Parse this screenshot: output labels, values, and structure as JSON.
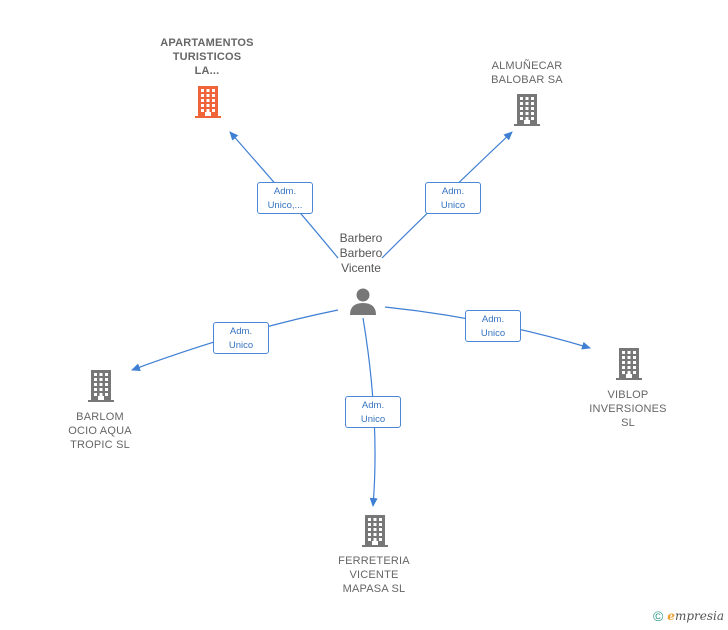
{
  "center": {
    "name": "Barbero\nBarbero\nVicente",
    "icon": "person-icon"
  },
  "companies": [
    {
      "id": "apartamentos",
      "name": "APARTAMENTOS\nTURISTICOS\nLA...",
      "color": "#f0643a",
      "highlight": true,
      "icon": "building-icon"
    },
    {
      "id": "almunecar",
      "name": "ALMUÑECAR\nBALOBAR SA",
      "color": "#777777",
      "highlight": false,
      "icon": "building-icon"
    },
    {
      "id": "barlom",
      "name": "BARLOM\nOCIO AQUA\nTROPIC SL",
      "color": "#777777",
      "highlight": false,
      "icon": "building-icon"
    },
    {
      "id": "viblop",
      "name": "VIBLOP\nINVERSIONES\nSL",
      "color": "#777777",
      "highlight": false,
      "icon": "building-icon"
    },
    {
      "id": "ferreteria",
      "name": "FERRETERIA\nVICENTE\nMAPASA  SL",
      "color": "#777777",
      "highlight": false,
      "icon": "building-icon"
    }
  ],
  "edges": [
    {
      "to": "apartamentos",
      "label": "Adm.\nUnico,..."
    },
    {
      "to": "almunecar",
      "label": "Adm.\nUnico"
    },
    {
      "to": "barlom",
      "label": "Adm.\nUnico"
    },
    {
      "to": "viblop",
      "label": "Adm.\nUnico"
    },
    {
      "to": "ferreteria",
      "label": "Adm.\nUnico"
    }
  ],
  "colors": {
    "edge": "#3f7fd4",
    "person": "#777777"
  },
  "footer": {
    "copyright_symbol": "©",
    "brand": "mpresia",
    "brand_initial": "e"
  }
}
